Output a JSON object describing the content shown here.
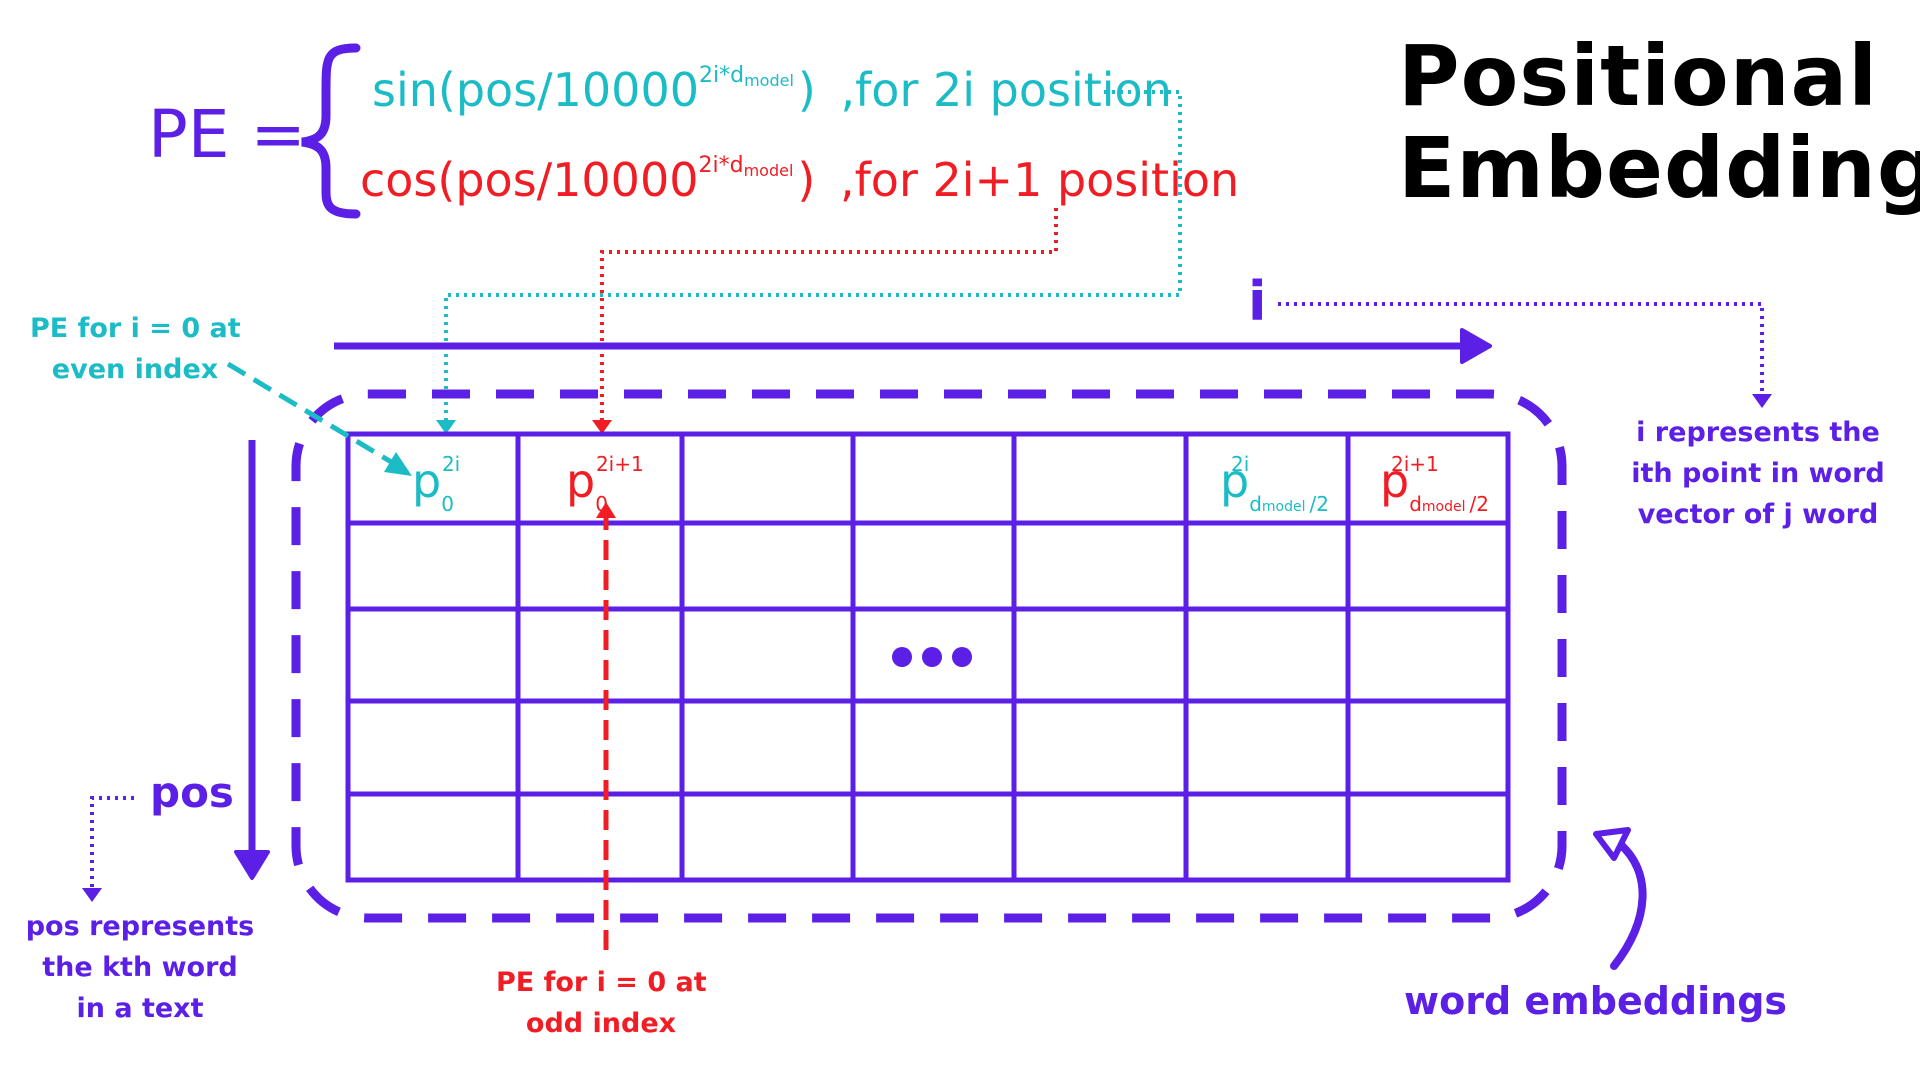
{
  "title": {
    "line1": "Positional",
    "line2": "Embeddings"
  },
  "formula": {
    "lhs": "PE =",
    "sin": {
      "fn": "sin(pos/10000",
      "exp_main": "2i*d",
      "exp_sub": "model",
      "close": ")",
      "cond": ",for 2i  position"
    },
    "cos": {
      "fn": "cos(pos/10000",
      "exp_main": "2i*d",
      "exp_sub": "model",
      "close": ")",
      "cond": ",for 2i+1 position"
    }
  },
  "axis": {
    "i": "i",
    "pos": "pos"
  },
  "labels": {
    "pe_even": [
      "PE for i = 0 at",
      "even index"
    ],
    "pe_odd": [
      "PE for i = 0 at",
      "odd index"
    ],
    "i_desc": [
      "i represents the",
      "ith point in word",
      "vector of j word"
    ],
    "pos_desc": [
      "pos represents",
      "the kth word",
      "in a text"
    ],
    "word_embeddings": "word embeddings"
  },
  "cells": {
    "c1": {
      "base": "p",
      "sup": "2i",
      "sub": "0"
    },
    "c2": {
      "base": "p",
      "sup": "2i+1",
      "sub": "0"
    },
    "c6": {
      "base": "p",
      "sup": "2i",
      "sub_main": "d",
      "sub_small": "model",
      "sub_tail": "/2"
    },
    "c7": {
      "base": "p",
      "sup": "2i+1",
      "sub_main": "d",
      "sub_small": "model",
      "sub_tail": "/2"
    }
  },
  "colors": {
    "purple": "#5b1fe6",
    "teal": "#1bbcc6",
    "red": "#f01d24",
    "black": "#000000"
  }
}
